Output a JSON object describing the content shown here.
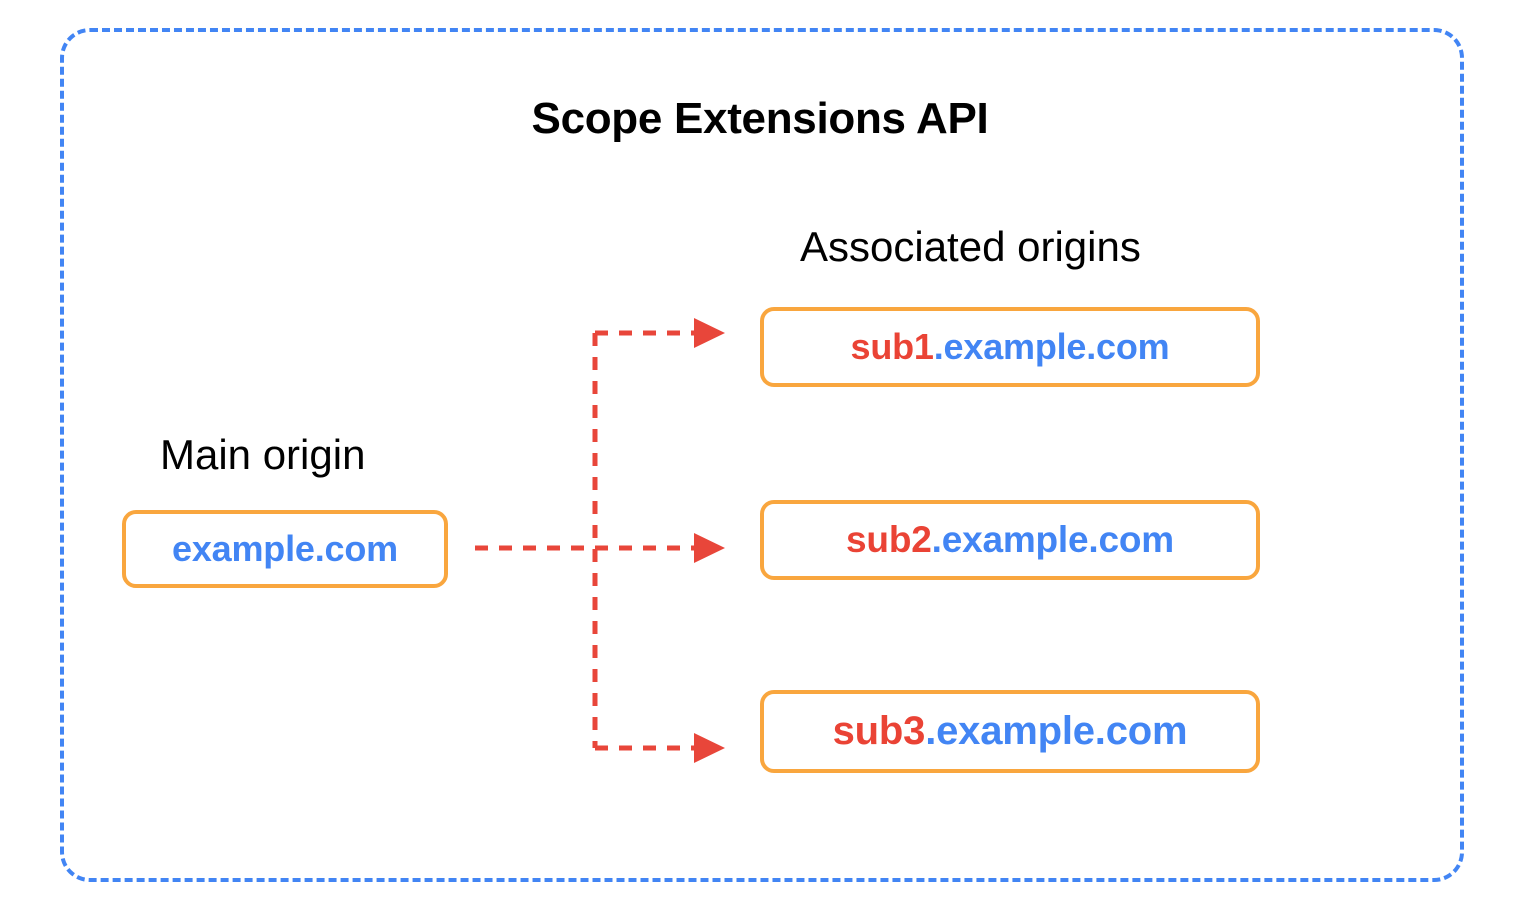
{
  "diagram": {
    "title": "Scope Extensions API",
    "frame": {
      "style": "dashed",
      "color": "#4285F4"
    },
    "labels": {
      "main_origin": "Main origin",
      "associated_origins": "Associated origins"
    },
    "main_origin": {
      "sub": "",
      "domain": "example.com",
      "full": "example.com"
    },
    "associated_origins": [
      {
        "sub": "sub1",
        "domain": ".example.com",
        "full": "sub1.example.com"
      },
      {
        "sub": "sub2",
        "domain": ".example.com",
        "full": "sub2.example.com"
      },
      {
        "sub": "sub3",
        "domain": ".example.com",
        "full": "sub3.example.com"
      }
    ],
    "colors": {
      "frame_blue": "#4285F4",
      "box_border_orange": "#F9A63E",
      "subdomain_red": "#EA4335",
      "domain_blue": "#4285F4",
      "arrow_red": "#E8463A",
      "title_black": "#000000",
      "background": "#FFFFFF"
    },
    "connectors": {
      "style": "dashed",
      "color": "#E8463A",
      "arrowhead": "solid-triangle",
      "count": 3,
      "description": "Main origin fans out to three associated origins"
    }
  }
}
